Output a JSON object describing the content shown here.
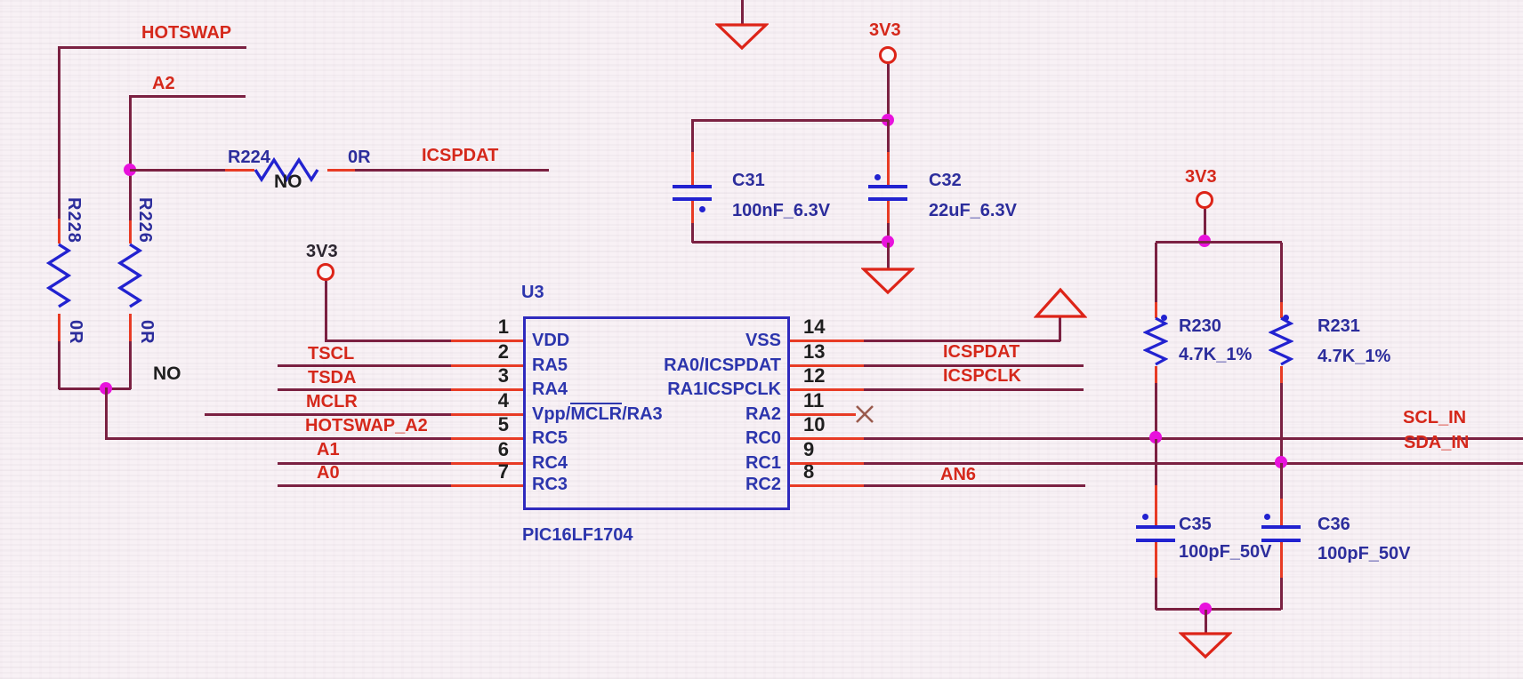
{
  "nets": {
    "hotswap": "HOTSWAP",
    "a2": "A2",
    "icspdat": "ICSPDAT",
    "icspclk": "ICSPCLK",
    "tscl": "TSCL",
    "tsda": "TSDA",
    "mclr": "MCLR",
    "hotswap_a2": "HOTSWAP_A2",
    "a1": "A1",
    "a0": "A0",
    "an6": "AN6",
    "scl_in": "SCL_IN",
    "sda_in": "SDA_IN",
    "v3v3": "3V3"
  },
  "components": {
    "u3": {
      "ref": "U3",
      "part": "PIC16LF1704",
      "left_pins": [
        {
          "num": "1",
          "name": "VDD"
        },
        {
          "num": "2",
          "name": "RA5"
        },
        {
          "num": "3",
          "name": "RA4"
        },
        {
          "num": "4",
          "name_pre": "Vpp/",
          "name_over": "MCLR",
          "name_post": "/RA3"
        },
        {
          "num": "5",
          "name": "RC5"
        },
        {
          "num": "6",
          "name": "RC4"
        },
        {
          "num": "7",
          "name": "RC3"
        }
      ],
      "right_pins": [
        {
          "num": "14",
          "name": "VSS"
        },
        {
          "num": "13",
          "name": "RA0/ICSPDAT"
        },
        {
          "num": "12",
          "name": "RA1ICSPCLK"
        },
        {
          "num": "11",
          "name": "RA2"
        },
        {
          "num": "10",
          "name": "RC0"
        },
        {
          "num": "9",
          "name": "RC1"
        },
        {
          "num": "8",
          "name": "RC2"
        }
      ]
    },
    "r224": {
      "ref": "R224",
      "value": "0R",
      "note": "NO"
    },
    "r226": {
      "ref": "R226",
      "value": "0R",
      "note": "NO"
    },
    "r228": {
      "ref": "R228",
      "value": "0R"
    },
    "r230": {
      "ref": "R230",
      "value": "4.7K_1%"
    },
    "r231": {
      "ref": "R231",
      "value": "4.7K_1%"
    },
    "c31": {
      "ref": "C31",
      "value": "100nF_6.3V"
    },
    "c32": {
      "ref": "C32",
      "value": "22uF_6.3V"
    },
    "c35": {
      "ref": "C35",
      "value": "100pF_50V"
    },
    "c36": {
      "ref": "C36",
      "value": "100pF_50V"
    }
  },
  "symbols": {
    "ground": "ground-triangle-down",
    "power_flag": "power-triangle-up",
    "power_node": "power-circle",
    "junction": "junction-dot",
    "no_connect": "x-mark",
    "resistor": "zigzag",
    "capacitor": "parallel-plates"
  },
  "colors": {
    "wire": "#7b2142",
    "pin_stub": "#e83b25",
    "net_label": "#d5281b",
    "symbol_blue": "#2222d0",
    "refdes_blue": "#2c2d9c",
    "pin_text_blue": "#2c35ad",
    "pin_number_black": "#1f1f1f",
    "junction_magenta": "#e812dc",
    "power_red": "#dd2418",
    "no_connect_brown": "#9a5b4d",
    "background": "#f8f1f5"
  }
}
